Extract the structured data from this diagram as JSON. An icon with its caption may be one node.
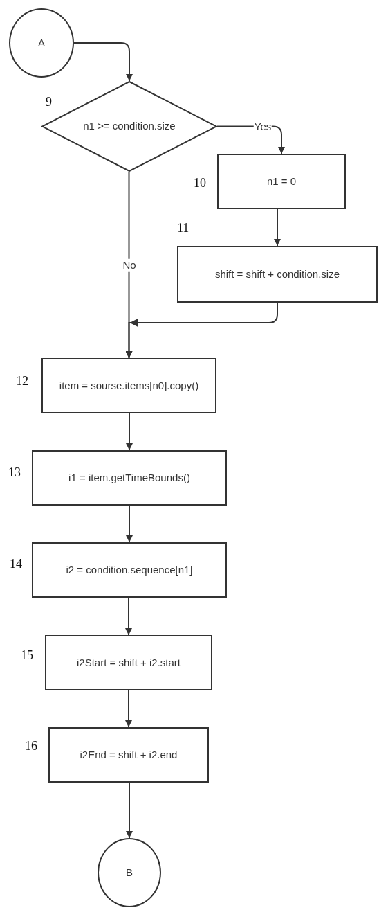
{
  "diagram": {
    "nodes": [
      {
        "text": [
          "A"
        ]
      },
      {
        "text": [
          "n1 >= condition.size"
        ],
        "beside": [
          "9"
        ]
      },
      {
        "text": [
          "n1 = 0"
        ],
        "beside": [
          "10"
        ]
      },
      {
        "text": [
          "shift = shift + condition.size"
        ],
        "beside": [
          "11"
        ]
      },
      {
        "text": [
          "item = sourse.items[n0].copy()"
        ],
        "beside": [
          "12"
        ]
      },
      {
        "text": [
          "i1 = item.getTimeBounds()"
        ],
        "beside": [
          "13"
        ]
      },
      {
        "text": [
          "i2 = condition.sequence[n1]"
        ],
        "beside": [
          "14"
        ]
      },
      {
        "text": [
          "i2Start = shift + i2.start"
        ],
        "beside": [
          "15"
        ]
      },
      {
        "text": [
          "i2End = shift + i2.end"
        ],
        "beside": [
          "16"
        ]
      },
      {
        "text": [
          "B"
        ]
      }
    ],
    "edges": [
      {
        "from": 0,
        "to": 1,
        "arrow": "to"
      },
      {
        "from": 1,
        "to": 2,
        "arrow": "to",
        "label": "Yes"
      },
      {
        "from": 2,
        "to": 3,
        "arrow": "to"
      },
      {
        "from": 1,
        "to": 4,
        "arrow": "to",
        "label": "No"
      },
      {
        "from": 3,
        "to": 4,
        "arrow": "to"
      },
      {
        "from": 4,
        "to": 5,
        "arrow": "to"
      },
      {
        "from": 5,
        "to": 6,
        "arrow": "to"
      },
      {
        "from": 6,
        "to": 7,
        "arrow": "to"
      },
      {
        "from": 7,
        "to": 8,
        "arrow": "to"
      },
      {
        "from": 8,
        "to": 9,
        "arrow": "to"
      }
    ]
  }
}
